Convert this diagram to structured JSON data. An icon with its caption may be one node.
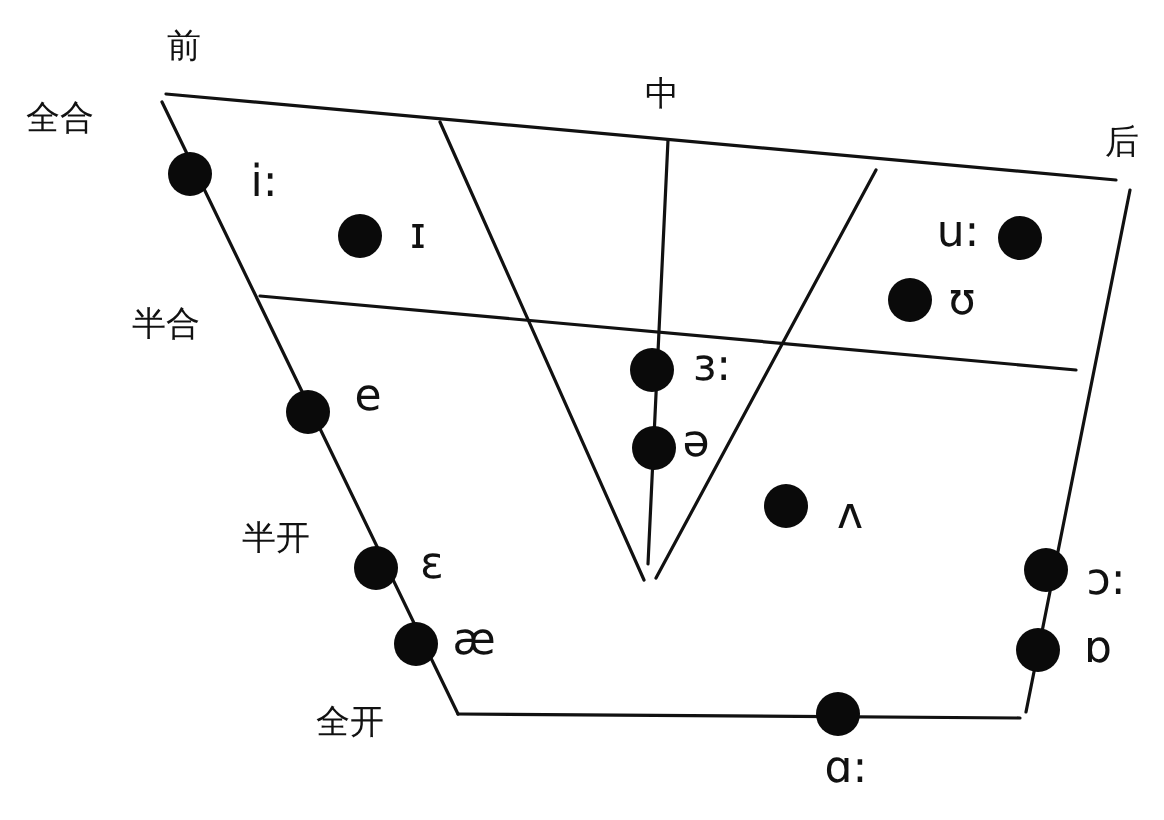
{
  "diagram": {
    "labels": [
      "前",
      "全合",
      "中",
      "后",
      "i:",
      "ɪ",
      "u:",
      "ʊ",
      "半合",
      "ɜ:",
      "e",
      "ə",
      "ʌ",
      "半开",
      "ɛ",
      "ɔ:",
      "æ",
      "ɒ",
      "全开",
      "ɑ:"
    ]
  }
}
